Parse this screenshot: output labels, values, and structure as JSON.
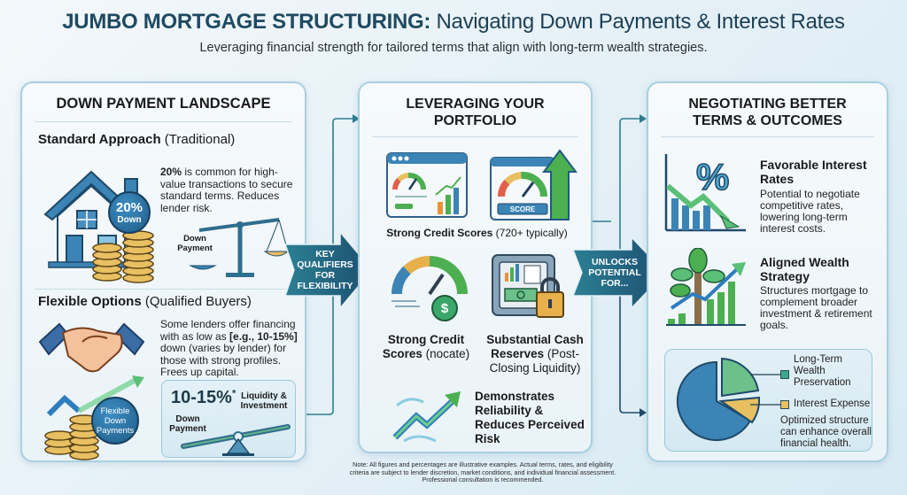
{
  "header": {
    "title_bold": "JUMBO MORTGAGE STRUCTURING:",
    "title_rest": " Navigating Down Payments & Interest Rates",
    "subtitle": "Leveraging financial strength for tailored terms that align with long-term wealth strategies."
  },
  "colors": {
    "navy": "#1f4a62",
    "teal_arrow": "#2a7d93",
    "panel_border": "#a9cfdf",
    "green": "#4caf50",
    "gold": "#e8c062",
    "blue": "#3b84b5"
  },
  "left_panel": {
    "title": "DOWN PAYMENT LANDSCAPE",
    "standard": {
      "heading_bold": "Standard Approach",
      "heading_normal": " (Traditional)",
      "text_bold": "20%",
      "text_rest": " is common for high-value transactions to secure standard terms. Reduces lender risk.",
      "badge_pct": "20%",
      "badge_label": "Down",
      "scale_label": "Down Payment",
      "icons": [
        "house-icon",
        "coin-stack-icon",
        "balance-scale-icon"
      ]
    },
    "flexible": {
      "heading_bold": "Flexible Options",
      "heading_normal": " (Qualified Buyers)",
      "text_pre": "Some lenders offer financing with as low as ",
      "text_bold": "[e.g., 10-15%]",
      "text_post": " down (varies by lender) for those with strong profiles. Frees up capital.",
      "badge_label": "Flexible Down Payments",
      "balance_pct": "10-15%",
      "balance_asterisk": "*",
      "balance_left_label": "Down Payment",
      "balance_right_label": "Liquidity & Investment",
      "icons": [
        "handshake-icon",
        "growth-arrow-icon",
        "coin-stack-icon",
        "seesaw-icon"
      ]
    }
  },
  "arrows": {
    "key_qualifiers": "KEY\nQUALIFIERS\nFOR\nFLEXIBILITY",
    "unlocks": "UNLOCKS\nPOTENTIAL\nFOR..."
  },
  "mid_panel": {
    "title": "LEVERAGING YOUR PORTFOLIO",
    "credit_caption_bold": "Strong Credit Scores",
    "credit_caption_normal": " (720+ typically)",
    "score_label": "SCORE",
    "credit2_bold": "Strong Credit Scores",
    "credit2_normal": " (nocate)",
    "cash_bold": "Substantial Cash Reserves",
    "cash_normal": " (Post-Closing Liquidity)",
    "reliability": "Demonstrates Reliability & Reduces Perceived Risk",
    "icons": [
      "credit-dashboard-icon",
      "score-gauge-icon",
      "gauge-dollar-icon",
      "safe-lock-icon",
      "trend-arrow-icon"
    ]
  },
  "right_panel": {
    "title": "NEGOTIATING BETTER TERMS & OUTCOMES",
    "rates_heading": "Favorable Interest Rates",
    "rates_text": "Potential to negotiate competitive rates, lowering long-term interest costs.",
    "wealth_heading": "Aligned Wealth Strategy",
    "wealth_text": "Structures mortgage to complement broader investment & retirement goals.",
    "legend": [
      {
        "label": "Long-Term Wealth Preservation",
        "color": "#3aa88f"
      },
      {
        "label": "Interest Expense",
        "color": "#e8c062"
      }
    ],
    "pie_caption": "Optimized structure can enhance overall financial health.",
    "icons": [
      "percent-down-chart-icon",
      "tree-growth-icon",
      "pie-chart-icon"
    ]
  },
  "note": "Note: All figures and percentages are illustrative examples. Actual terms, rates, and eligibility criteria are subject to lender discretion, market conditions, and individual financial assessment. Professional consultation is recommended."
}
